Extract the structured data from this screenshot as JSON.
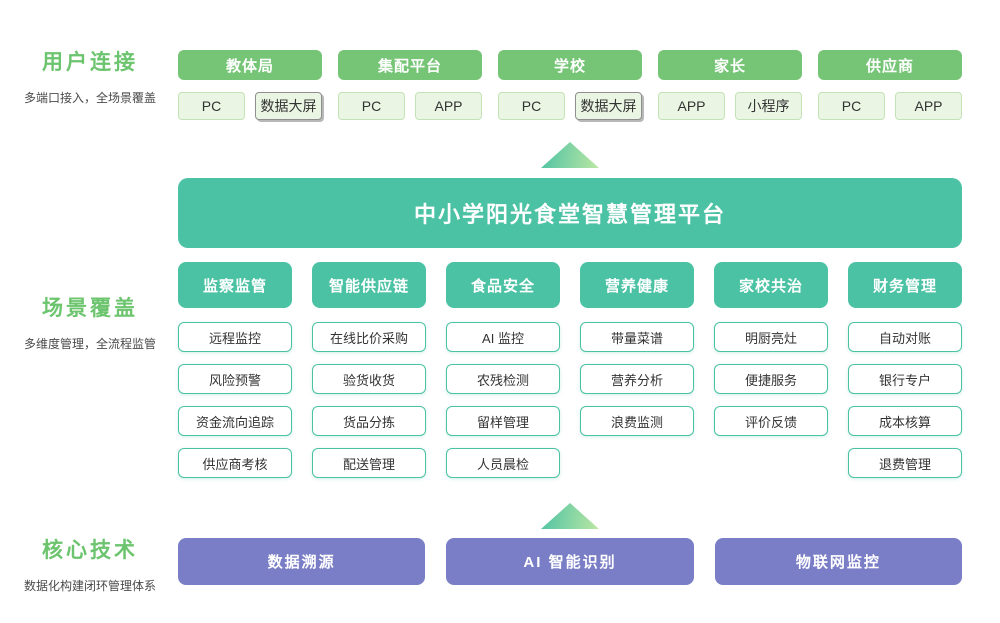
{
  "colors": {
    "green": "#76c577",
    "teal": "#4cc2a4",
    "purple": "#7a7ec6",
    "label-green": "#6cc46e",
    "chip-bg": "#eaf6e3",
    "chip-border": "#c4e2b6"
  },
  "sections": {
    "users": {
      "title": "用户连接",
      "subtitle": "多端口接入，全场景覆盖"
    },
    "scenes": {
      "title": "场景覆盖",
      "subtitle": "多维度管理，全流程监管"
    },
    "tech": {
      "title": "核心技术",
      "subtitle": "数据化构建闭环管理体系"
    }
  },
  "user_groups": [
    {
      "label": "教体局",
      "ports": [
        {
          "label": "PC"
        },
        {
          "label": "数据大屏",
          "shadow": true
        }
      ]
    },
    {
      "label": "集配平台",
      "ports": [
        {
          "label": "PC"
        },
        {
          "label": "APP"
        }
      ]
    },
    {
      "label": "学校",
      "ports": [
        {
          "label": "PC"
        },
        {
          "label": "数据大屏",
          "shadow": true
        }
      ]
    },
    {
      "label": "家长",
      "ports": [
        {
          "label": "APP"
        },
        {
          "label": "小程序"
        }
      ]
    },
    {
      "label": "供应商",
      "ports": [
        {
          "label": "PC"
        },
        {
          "label": "APP"
        }
      ]
    }
  ],
  "platform": {
    "title": "中小学阳光食堂智慧管理平台"
  },
  "modules": [
    {
      "header": "监察监管",
      "items": [
        "远程监控",
        "风险预警",
        "资金流向追踪",
        "供应商考核"
      ]
    },
    {
      "header": "智能供应链",
      "items": [
        "在线比价采购",
        "验货收货",
        "货品分拣",
        "配送管理"
      ]
    },
    {
      "header": "食品安全",
      "items": [
        "AI 监控",
        "农残检测",
        "留样管理",
        "人员晨检"
      ]
    },
    {
      "header": "营养健康",
      "items": [
        "带量菜谱",
        "营养分析",
        "浪费监测"
      ]
    },
    {
      "header": "家校共治",
      "items": [
        "明厨亮灶",
        "便捷服务",
        "评价反馈"
      ]
    },
    {
      "header": "财务管理",
      "items": [
        "自动对账",
        "银行专户",
        "成本核算",
        "退费管理"
      ]
    }
  ],
  "technologies": [
    {
      "label": "数据溯源"
    },
    {
      "label": "AI 智能识别"
    },
    {
      "label": "物联网监控"
    }
  ],
  "icons": {
    "flow_arrow": "up-triangle"
  }
}
